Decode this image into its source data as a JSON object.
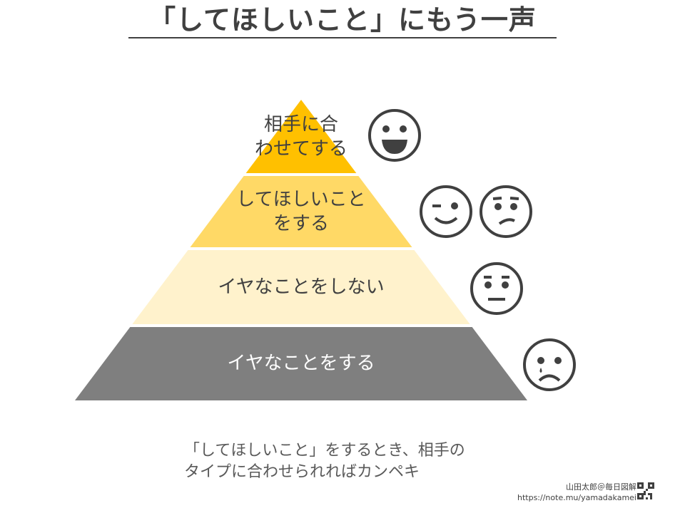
{
  "title": "「してほしいこと」にもう一声",
  "pyramid": {
    "layers": [
      {
        "lines": [
          "相手に合",
          "わせてする"
        ],
        "color": "#FFC000",
        "text_color": "#404040",
        "faces": [
          "grin"
        ]
      },
      {
        "lines": [
          "してほしいこと",
          "をする"
        ],
        "color": "#FFD966",
        "text_color": "#404040",
        "faces": [
          "wink",
          "worried"
        ]
      },
      {
        "lines": [
          "イヤなことをしない"
        ],
        "color": "#FFF2CC",
        "text_color": "#404040",
        "faces": [
          "neutral"
        ]
      },
      {
        "lines": [
          "イヤなことをする"
        ],
        "color": "#7F7F7F",
        "text_color": "#FFFFFF",
        "faces": [
          "crying-sad"
        ]
      }
    ]
  },
  "face_icon_color": "#404040",
  "caption": {
    "line1": "「してほしいこと」をするとき、相手の",
    "line2": "タイプに合わせられればカンペキ"
  },
  "credit": {
    "author": "山田太郎＠毎日図解",
    "url": "https://note.mu/yamadakamei",
    "qr_icon": "qr-code-icon"
  }
}
